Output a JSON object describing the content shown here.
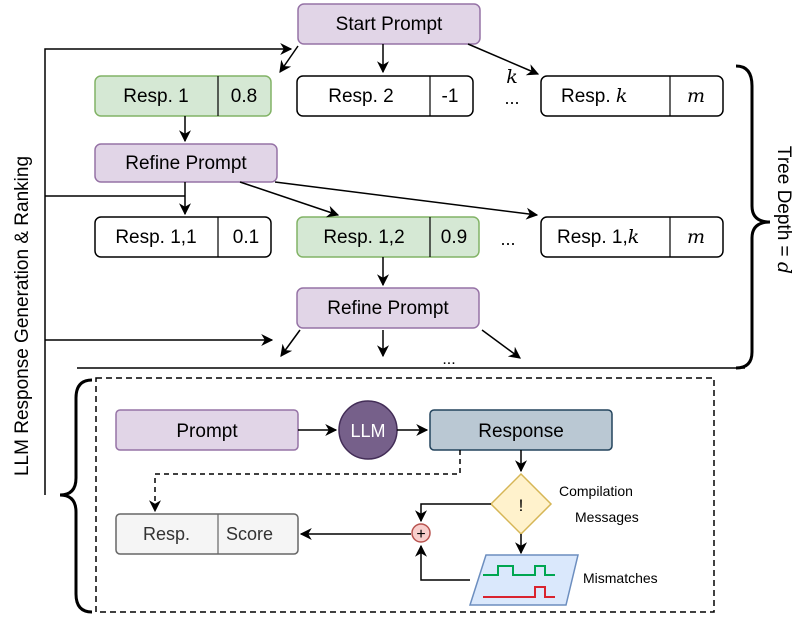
{
  "labels": {
    "start_prompt": "Start Prompt",
    "resp1": "Resp. 1",
    "score1": "0.8",
    "resp2": "Resp. 2",
    "score2": "-1",
    "ellipsis_top": "...",
    "k_top": "k",
    "respk_prefix": "Resp. ",
    "respk_k": "k",
    "scorek": "m",
    "refine1": "Refine Prompt",
    "resp11": "Resp. 1,1",
    "score11": "0.1",
    "resp12": "Resp. 1,2",
    "score12": "0.9",
    "ellipsis_mid": "...",
    "resp1k_prefix": "Resp. 1,",
    "resp1k_k": "k",
    "score1k": "m",
    "refine2": "Refine Prompt",
    "ellipsis_bottom": "...",
    "tree_depth_prefix": "Tree Depth = ",
    "tree_depth_d": "d",
    "side_label": "LLM Response Generation & Ranking",
    "prompt": "Prompt",
    "llm": "LLM",
    "response": "Response",
    "diamond_symbol": "!",
    "compilation_line1": "Compilation",
    "compilation_line2": "Messages",
    "mismatches": "Mismatches",
    "resp_box": "Resp.",
    "score_box": "Score",
    "plus": "+"
  },
  "colors": {
    "purple_fill": "#e1d5e7",
    "purple_stroke": "#9673a6",
    "green_fill": "#d5e8d4",
    "green_stroke": "#82b366",
    "llm_fill": "#76608a",
    "llm_stroke": "#432d57",
    "response_fill": "#bac8d3",
    "response_stroke": "#23445d",
    "diamond_fill": "#fff2cc",
    "diamond_stroke": "#d6b656",
    "plus_fill": "#f8cecc",
    "plus_stroke": "#b85450",
    "mismatch_fill": "#dae8fc",
    "mismatch_stroke": "#6c8ebf",
    "wave_green": "#00a651",
    "wave_red": "#d9232e",
    "gray_fill": "#f5f5f5",
    "gray_stroke": "#666666"
  },
  "icons": [
    "plus-icon",
    "waveform-icon",
    "warning-diamond-icon"
  ]
}
